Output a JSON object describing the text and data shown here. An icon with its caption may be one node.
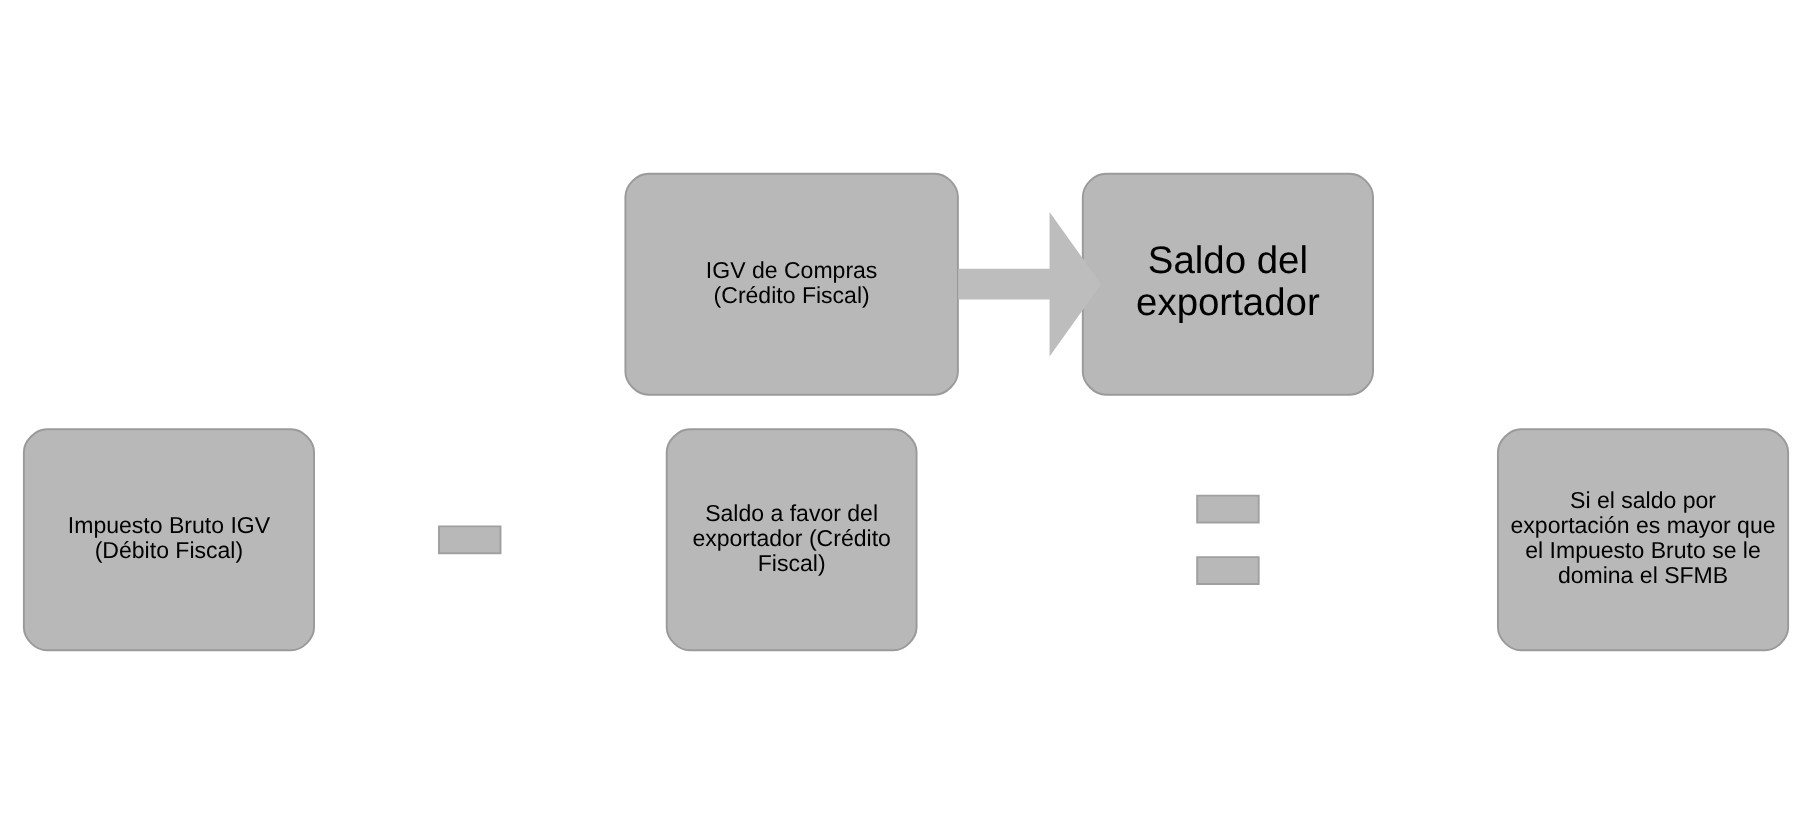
{
  "diagram": {
    "nodes": [
      {
        "text": [
          "IGV de Compras (Crédito Fiscal)"
        ]
      },
      {
        "text": [
          "Saldo del exportador"
        ]
      },
      {
        "text": [
          "Impuesto Bruto IGV (Débito Fiscal)"
        ]
      },
      {
        "text": [],
        "shape": "bar"
      },
      {
        "text": [
          "Saldo a favor del exportador (Crédito Fiscal)"
        ]
      },
      {
        "text": [],
        "shape": "bar"
      },
      {
        "text": [],
        "shape": "bar"
      },
      {
        "text": [
          "Si el saldo por exportación es mayor que el Impuesto Bruto se le domina el SFMB"
        ]
      }
    ],
    "edges": [
      {
        "from": 0,
        "to": 1,
        "arrow": "to"
      }
    ]
  }
}
